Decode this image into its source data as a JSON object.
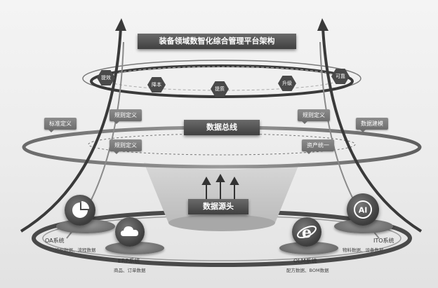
{
  "title": "装备领域数智化综合管理平台架构",
  "bus_label": "数据总线",
  "source_label": "数据源头",
  "top_ring_nodes": [
    "提效",
    "降本",
    "提质",
    "升级",
    "可靠"
  ],
  "mid_tags": [
    "标准定义",
    "规则定义",
    "规则定义",
    "数据建模",
    "规则定义",
    "资产统一"
  ],
  "systems": [
    {
      "name": "OA系统",
      "sub": "组织数据、流程数据",
      "icon": "pie-chart-icon"
    },
    {
      "name": "ERP系统",
      "sub": "商品、订单数据",
      "icon": "cloud-icon"
    },
    {
      "name": "OLM系统",
      "sub": "配方数据、BOM数据",
      "icon": "ie-browser-icon"
    },
    {
      "name": "ITO系统",
      "sub": "物料数据、设备数据",
      "icon": "ai-icon"
    }
  ],
  "colors": {
    "dark": "#3c3c3c",
    "tag": "#7a7a7a",
    "ring": "#8a8a8a"
  }
}
